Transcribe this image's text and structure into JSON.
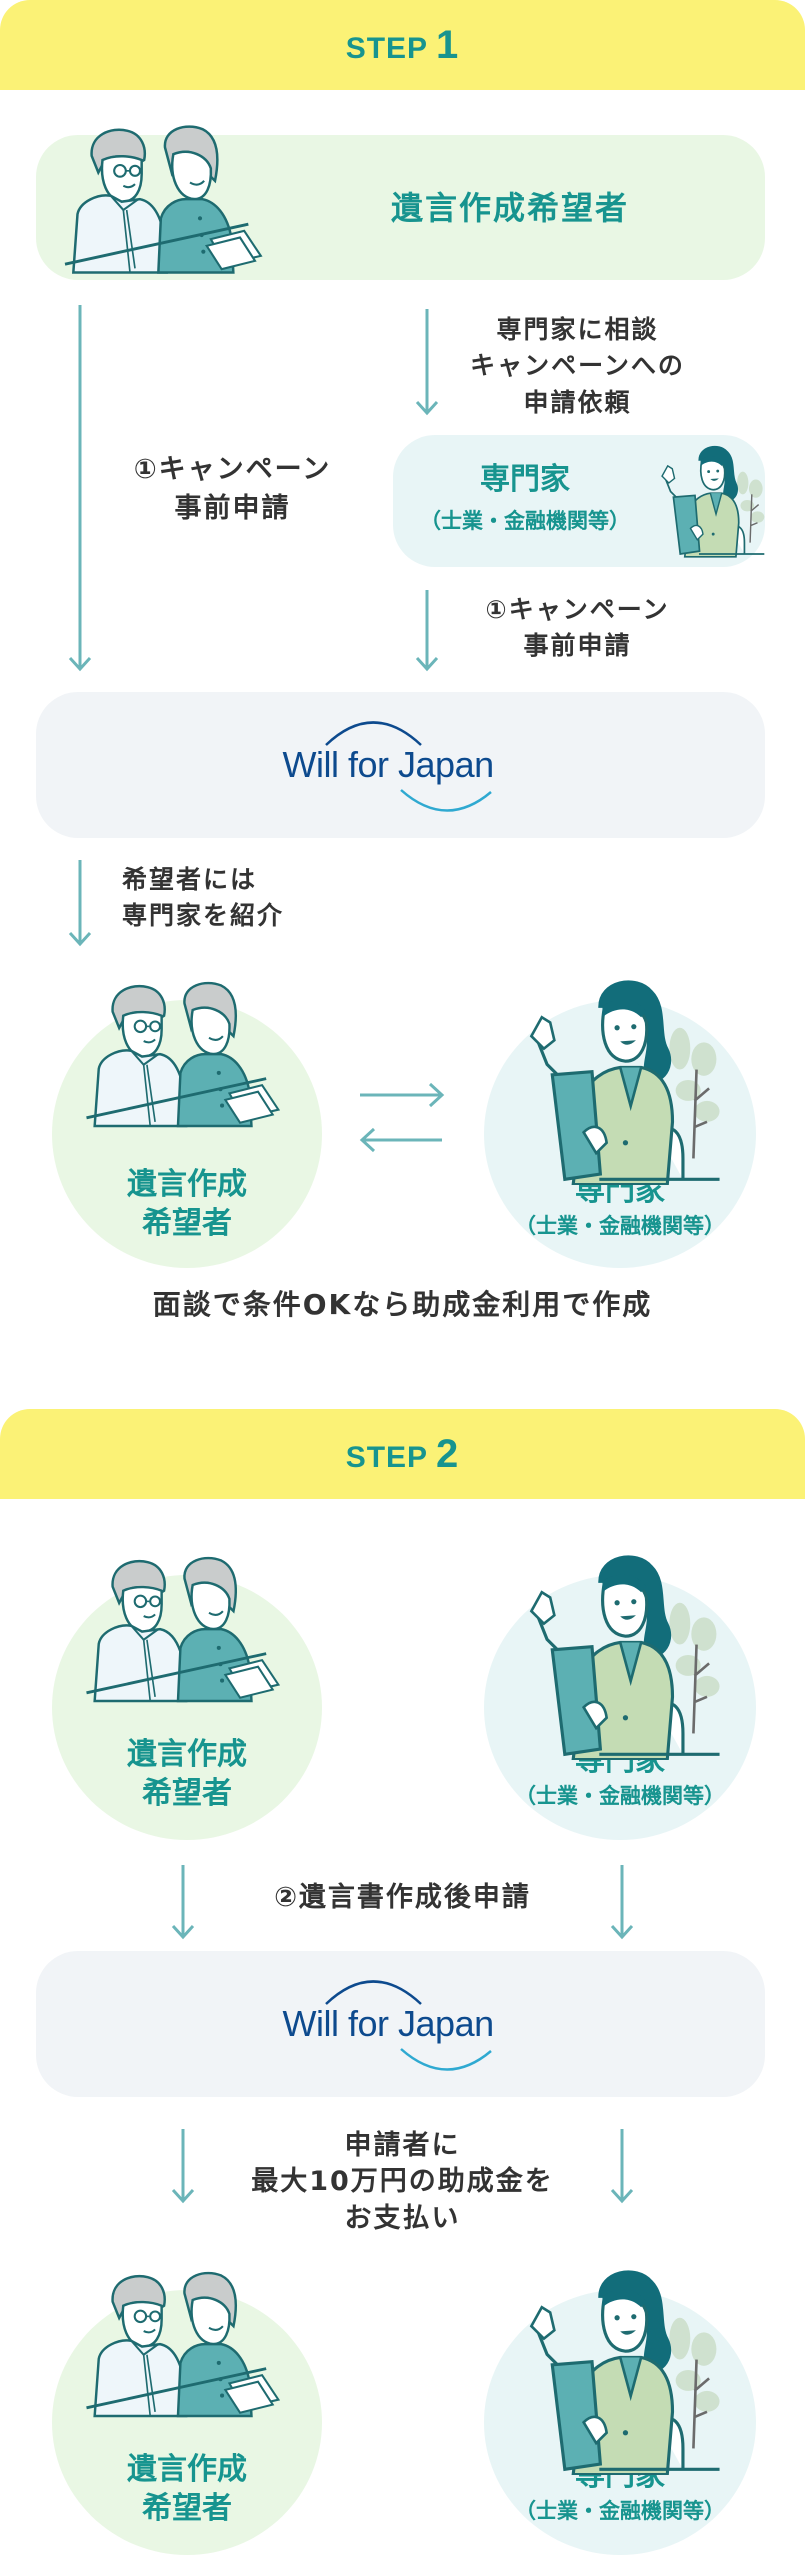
{
  "colors": {
    "step_band": "#fbf276",
    "teal": "#17948f",
    "arrow": "#6bb5b9",
    "applicant_bg": "#e9f7e4",
    "expert_bg": "#e8f5f6",
    "platform_bg": "#f1f4f7",
    "body_text": "#333333",
    "logo_navy": "#0d4a8e",
    "logo_cyan": "#2fa9d1"
  },
  "step1": {
    "label": "STEP",
    "number": "1",
    "applicant_box": {
      "title": "遺言作成希望者",
      "icon": "elderly-couple-illustration"
    },
    "consult_text": [
      "専門家に相談",
      "キャンペーンへの",
      "申請依頼"
    ],
    "left_arrow_text": [
      "①キャンペーン",
      "事前申請"
    ],
    "expert_box": {
      "title": "専門家",
      "subtitle": "（士業・金融機関等）",
      "icon": "expert-woman-illustration"
    },
    "expert_arrow_text": [
      "①キャンペーン",
      "事前申請"
    ],
    "platform": {
      "logo_text_will": "Will",
      "logo_text_for": "for",
      "logo_text_japan": "Japan"
    },
    "introduce_text": [
      "希望者には",
      "専門家を紹介"
    ],
    "applicant_circle": {
      "title_lines": [
        "遺言作成",
        "希望者"
      ]
    },
    "expert_circle": {
      "title": "専門家",
      "subtitle": "（士業・金融機関等）"
    },
    "exchange_arrows": [
      "arrow-right-icon",
      "arrow-left-icon"
    ],
    "caption": "面談で条件OKなら助成金利用で作成"
  },
  "step2": {
    "label": "STEP",
    "number": "2",
    "applicant_circle": {
      "title_lines": [
        "遺言作成",
        "希望者"
      ]
    },
    "expert_circle": {
      "title": "専門家",
      "subtitle": "（士業・金融機関等）"
    },
    "apply_text": "②遺言書作成後申請",
    "platform": {
      "logo_text_will": "Will",
      "logo_text_for": "for",
      "logo_text_japan": "Japan"
    },
    "payment_text": [
      "申請者に",
      "最大10万円の助成金を",
      "お支払い"
    ],
    "bottom_applicant_circle": {
      "title_lines": [
        "遺言作成",
        "希望者"
      ]
    },
    "bottom_expert_circle": {
      "title": "専門家",
      "subtitle": "（士業・金融機関等）"
    }
  }
}
